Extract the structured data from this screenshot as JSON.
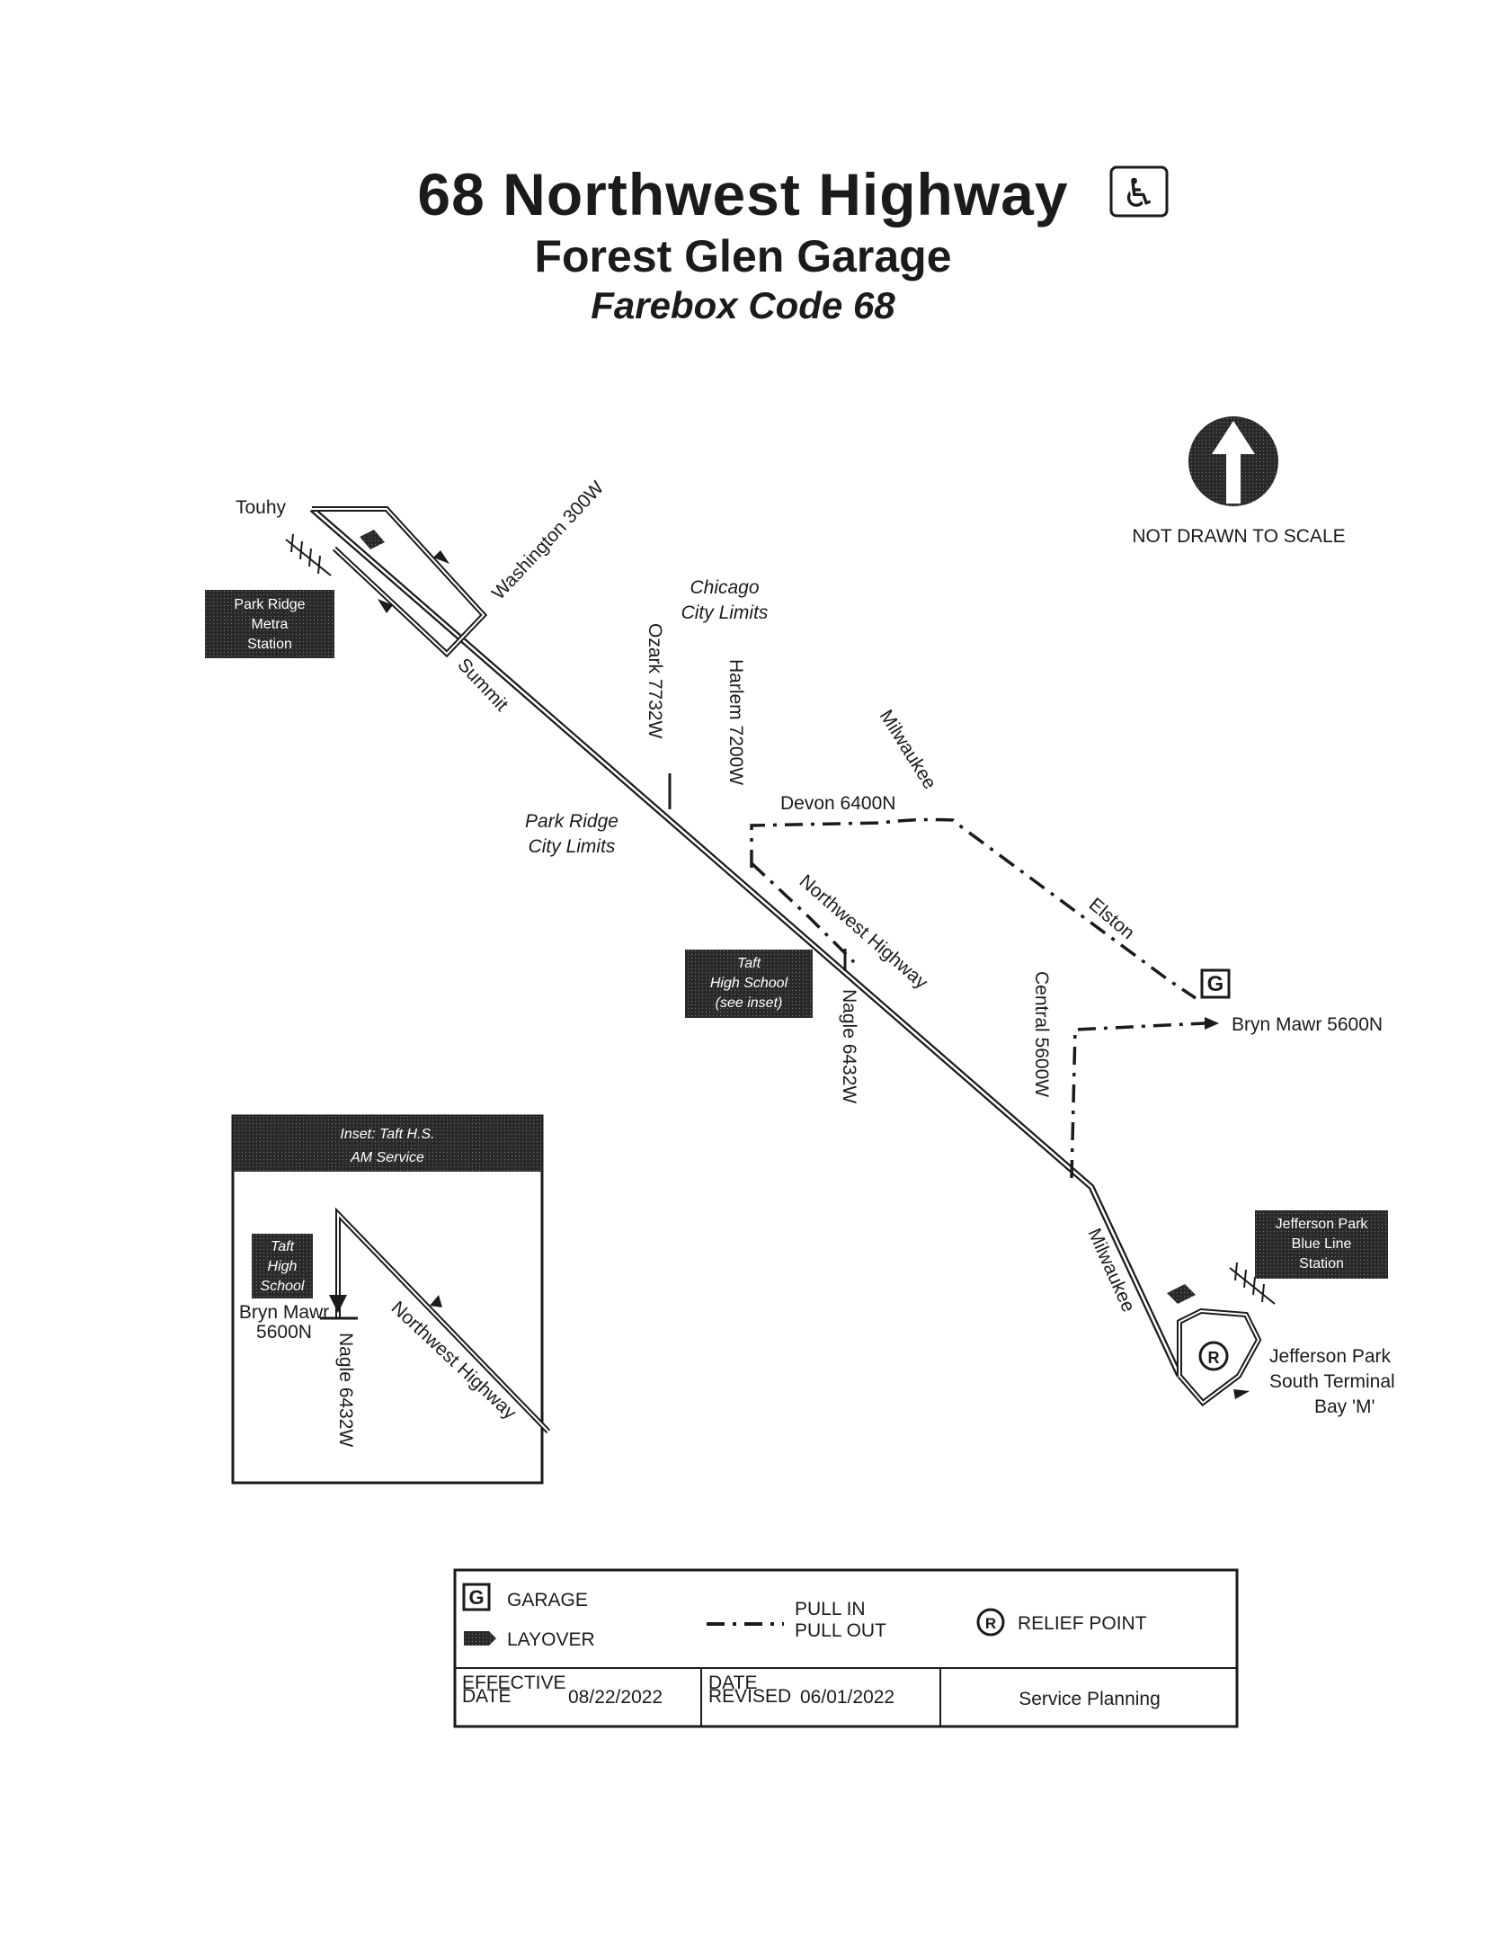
{
  "header": {
    "title": "68 Northwest Highway",
    "subtitle": "Forest Glen Garage",
    "farebox": "Farebox Code 68"
  },
  "north": {
    "note": "NOT DRAWN TO SCALE"
  },
  "streets": {
    "touhy": "Touhy",
    "washington": "Washington 300W",
    "summit": "Summit",
    "ozark": "Ozark 7732W",
    "harlem": "Harlem 7200W",
    "chicago_limits_1": "Chicago",
    "chicago_limits_2": "City Limits",
    "park_ridge_limits_1": "Park Ridge",
    "park_ridge_limits_2": "City Limits",
    "devon": "Devon 6400N",
    "milwaukee_north": "Milwaukee",
    "elston": "Elston",
    "northwest_highway": "Northwest Highway",
    "nagle": "Nagle 6432W",
    "central": "Central 5600W",
    "bryn_mawr": "Bryn Mawr 5600N",
    "milwaukee_south": "Milwaukee",
    "terminal_1": "Jefferson Park",
    "terminal_2": "South Terminal",
    "terminal_3": "Bay 'M'"
  },
  "boxes": {
    "park_ridge": [
      "Park Ridge",
      "Metra",
      "Station"
    ],
    "taft": [
      "Taft",
      "High School",
      "(see inset)"
    ],
    "jefferson": [
      "Jefferson Park",
      "Blue Line",
      "Station"
    ]
  },
  "inset": {
    "title_1": "Inset: Taft H.S.",
    "title_2": "AM Service",
    "taft": [
      "Taft",
      "High",
      "School"
    ],
    "bryn_mawr_1": "Bryn Mawr",
    "bryn_mawr_2": "5600N",
    "nagle": "Nagle 6432W",
    "northwest_highway": "Northwest Highway"
  },
  "legend": {
    "garage": "GARAGE",
    "layover": "LAYOVER",
    "pull_in": "PULL IN",
    "pull_out": "PULL OUT",
    "relief": "RELIEF POINT",
    "effective_label_1": "EFFECTIVE",
    "effective_label_2": "DATE",
    "effective_date": "08/22/2022",
    "revised_label_1": "DATE",
    "revised_label_2": "REVISED",
    "revised_date": "06/01/2022",
    "department": "Service Planning"
  },
  "glyphs": {
    "garage": "G",
    "relief": "R",
    "accessible": "♿"
  }
}
